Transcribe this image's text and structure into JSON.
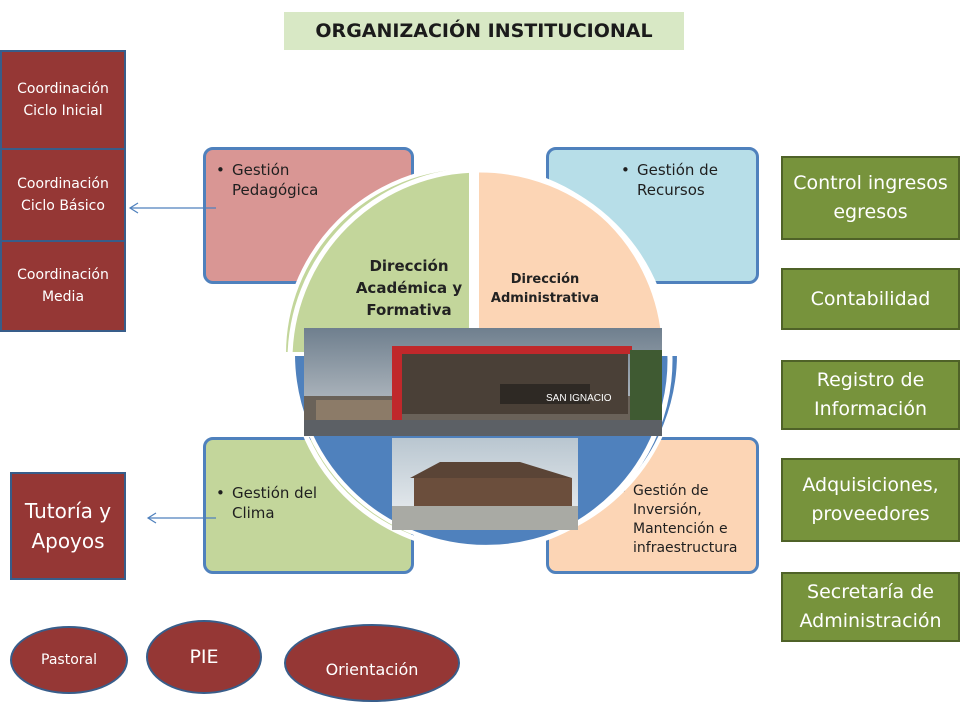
{
  "title": "ORGANIZACIÓN INSTITUCIONAL",
  "coordinations": [
    "Coordinación Ciclo Inicial",
    "Coordinación Ciclo Básico",
    "Coordinación Media"
  ],
  "quadrants": {
    "top_left": "Gestión Pedagógica",
    "top_right": "Gestión de Recursos",
    "bottom_left": "Gestión del Clima",
    "bottom_right": "Gestión de Inversión, Mantención e infraestructura"
  },
  "center": {
    "academic": "Dirección Académica y Formativa",
    "administrative": "Dirección Administrativa",
    "building_sign": "SAN IGNACIO"
  },
  "right_boxes": [
    "Control ingresos egresos",
    "Contabilidad",
    "Registro de Información",
    "Adquisiciones, proveedores",
    "Secretaría de Administración"
  ],
  "tutoria": "Tutoría y Apoyos",
  "ovals": [
    "Pastoral",
    "PIE",
    "Orientación"
  ],
  "colors": {
    "dark_red": "#953735",
    "green": "#77933c",
    "pink": "#d99694",
    "light_blue": "#b7dee8",
    "light_green": "#c3d69b",
    "peach": "#fcd5b5",
    "blue": "#4f81bd"
  }
}
